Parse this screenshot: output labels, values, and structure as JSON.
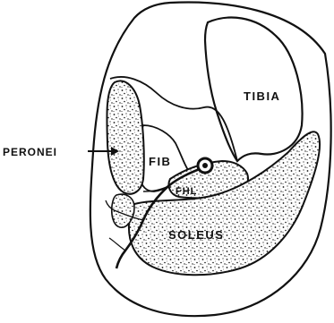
{
  "labels": {
    "tibia": "TIBIA",
    "fib": "FIB",
    "fhl": "FHL",
    "soleus": "SOLEUS",
    "peronei": "PERONEI"
  },
  "colors": {
    "ink": "#111111",
    "paper": "#ffffff"
  }
}
